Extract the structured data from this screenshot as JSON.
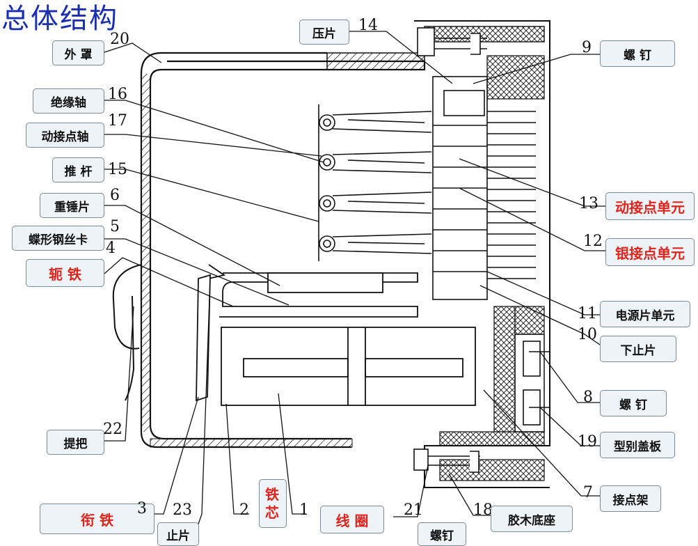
{
  "title": "总体结构",
  "labels": {
    "waizhao": "外 罩",
    "jueyuanzhou": "绝缘轴",
    "dongjiedianzhou": "动接点轴",
    "tuigan": "推 杆",
    "zhongchuipian": "重锤片",
    "dieqingkagangsika": "蝶形钢丝卡",
    "etie": "轭  铁",
    "tiba": "提把",
    "xiantie": "衔    铁",
    "zhipian_bottom": "止片",
    "tiexin": "铁芯",
    "xianquan": "线 圈",
    "luoding_bottom": "螺钉",
    "jiaomudizuo": "胶木底座",
    "jiedianjia": "接点架",
    "xingbiegaiban": "型别盖板",
    "luoding_right": "螺  钉",
    "xiazhipian": "下止片",
    "dianyuanpiandanyuan": "电源片单元",
    "yinjiedian": "银接点单元",
    "dongjiedian": "动接点单元",
    "luoding_top": "螺  钉",
    "yapian": "压片"
  },
  "numbers": {
    "n20": "20",
    "n16": "16",
    "n17": "17",
    "n15": "15",
    "n6": "6",
    "n5": "5",
    "n4": "4",
    "n22": "22",
    "n3": "3",
    "n23": "23",
    "n2": "2",
    "n1": "1",
    "n21": "21",
    "n18": "18",
    "n7": "7",
    "n19": "19",
    "n8": "8",
    "n10": "10",
    "n11": "11",
    "n12": "12",
    "n13": "13",
    "n9": "9",
    "n14": "14"
  },
  "colors": {
    "title": "#1a2fb0",
    "highlight": "#e0241c",
    "label_bg": "#eef3f7",
    "line": "#111111"
  }
}
